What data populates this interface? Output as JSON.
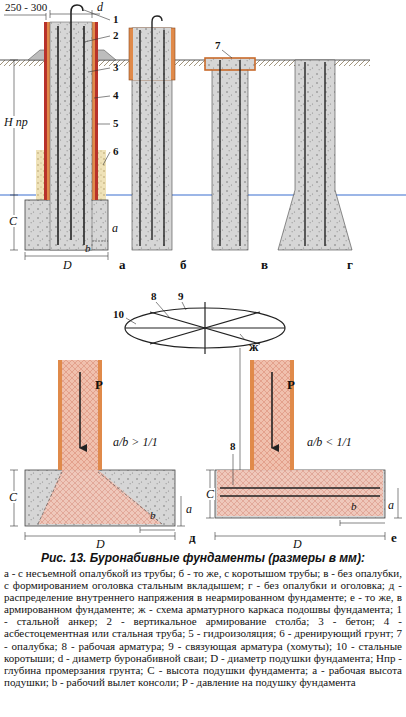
{
  "diagram": {
    "caption": "Рис. 13. Буронабивные фундаменты (размеры в мм):",
    "labels": [
      "250 - 300",
      "d",
      "1",
      "2",
      "3",
      "4",
      "5",
      "6",
      "Н пр",
      "C",
      "a",
      "b",
      "D",
      "а",
      "7",
      "б",
      "в",
      "г",
      "8",
      "9",
      "10",
      "ж",
      "P",
      "a/b > 1/1",
      "C",
      "a",
      "b",
      "D",
      "д",
      "8",
      "P",
      "a/b < 1/1",
      "C",
      "a",
      "b",
      "D",
      "е",
      "а - с несъемной опалубкой из трубы; б - то же, с коротышом трубы; в - без опалубки, с формированием оголовка стальным вкладышем; г - без опалубки и оголовка; д - распределение внутреннего напряжения в неармированном фундаменте; е - то же, в армированном фундаменте; ж - схема арматурного каркаса подошвы фундамента; 1 - стальной анкер; 2 - вертикальное армирование столба; 3 - бетон; 4 - асбестоцементная или стальная труба; 5 - гидроизоляция; 6 - дренирующий грунт; 7 - опалубка; 8 - рабочая арматура; 9 - связующая арматура (хомуты); 10 - стальные коротыши; d - диаметр буронабивной сваи; D - диаметр подушки фундамента; Нпр - глубина промерзания грунта; C - высота подушки фундамента; a - рабочая высота подушки; b - рабочий вылет консоли; P - давление на подушку фундамента"
    ]
  }
}
